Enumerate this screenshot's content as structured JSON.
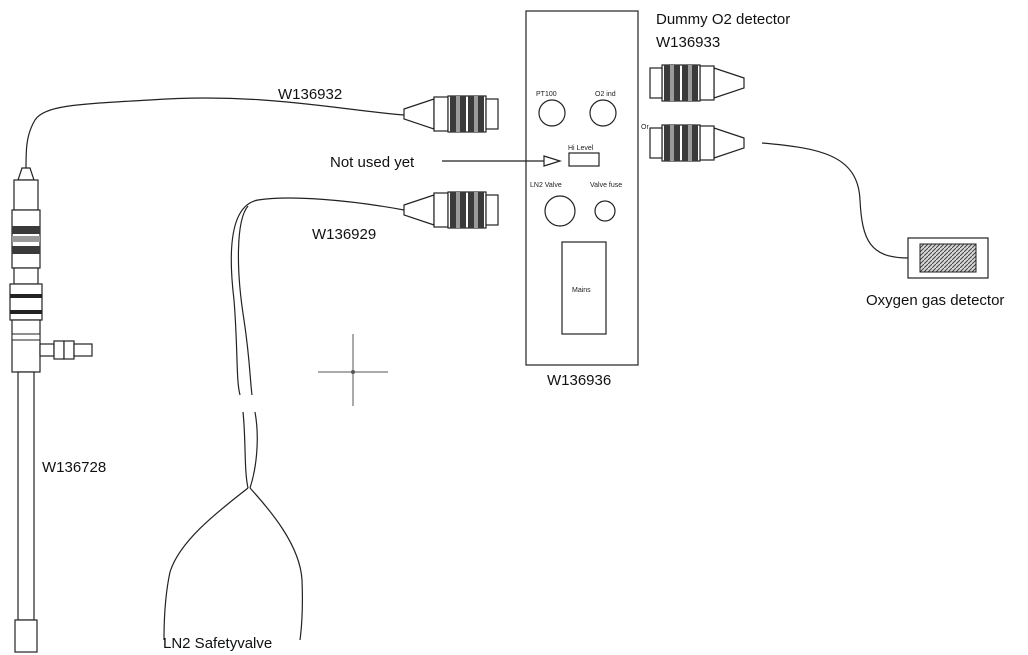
{
  "labels": {
    "dummy_o2_detector": "Dummy O2 detector",
    "dummy_o2_code": "W136933",
    "cable_top": "W136932",
    "not_used_yet": "Not used yet",
    "cable_lower": "W136929",
    "oxygen_detector": "Oxygen gas detector",
    "box_code": "W136936",
    "probe_code": "W136728",
    "safety_valve": "LN2 Safetyvalve"
  },
  "panel": {
    "pt100": "PT100",
    "o2_ind": "O2 ind",
    "hi_level": "Hi Level",
    "ln2_valve": "LN2 Valve",
    "valve_fuse": "Valve fuse",
    "mains": "Mains",
    "or": "Or"
  }
}
